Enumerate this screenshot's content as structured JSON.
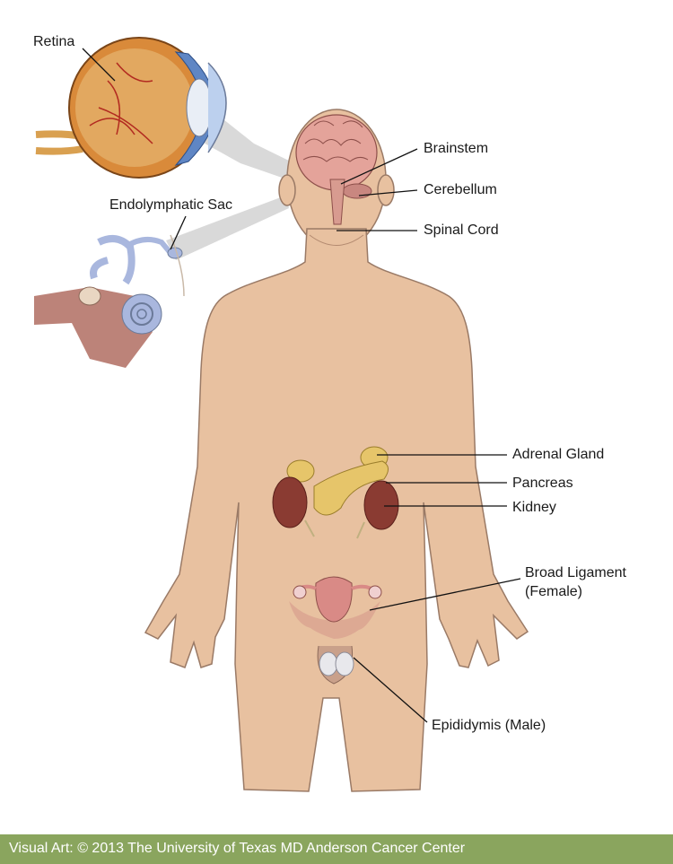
{
  "labels": {
    "retina": "Retina",
    "endolymphatic_sac": "Endolymphatic Sac",
    "brainstem": "Brainstem",
    "cerebellum": "Cerebellum",
    "spinal_cord": "Spinal Cord",
    "adrenal_gland": "Adrenal Gland",
    "pancreas": "Pancreas",
    "kidney": "Kidney",
    "broad_ligament": "Broad Ligament",
    "broad_ligament_sub": "(Female)",
    "epididymis": "Epididymis (Male)"
  },
  "footer": {
    "credit": "Visual Art: © 2013 The University of Texas MD Anderson Cancer Center"
  },
  "colors": {
    "skin": "#e8c1a0",
    "skin_outline": "#9a7a66",
    "footer_bg": "#8aa55e",
    "brain": "#e4a39a",
    "adrenal": "#e6c56a",
    "kidney": "#8a3b32",
    "uterus": "#d98a86",
    "eye_blue": "#5f86c4",
    "ear_blue": "#a9b7de"
  }
}
